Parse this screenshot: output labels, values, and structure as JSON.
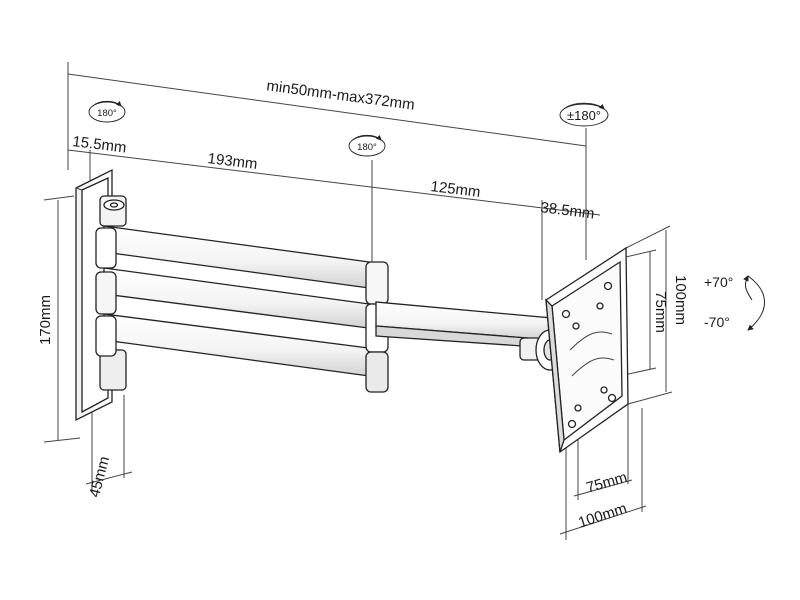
{
  "dimensions": {
    "overall_reach": "min50mm-max372mm",
    "wall_plate_offset": "15.5mm",
    "arm_long": "193mm",
    "arm_short": "125mm",
    "head_offset": "38.5mm",
    "wall_plate_height": "170mm",
    "wall_plate_depth": "45mm",
    "vesa_outer_vertical": "100mm",
    "vesa_inner_vertical": "75mm",
    "vesa_inner_horizontal": "75mm",
    "vesa_outer_horizontal": "100mm"
  },
  "rotations": {
    "wall_pivot": "180°",
    "elbow_pivot": "180°",
    "head_rotation": "±180°",
    "tilt_up": "+70°",
    "tilt_down": "-70°"
  },
  "colors": {
    "part_fill": "#ffffff",
    "part_shade": "#e9e9e9",
    "part_dark": "#c8c8c8",
    "line": "#444444",
    "text": "#1a1a1a"
  }
}
